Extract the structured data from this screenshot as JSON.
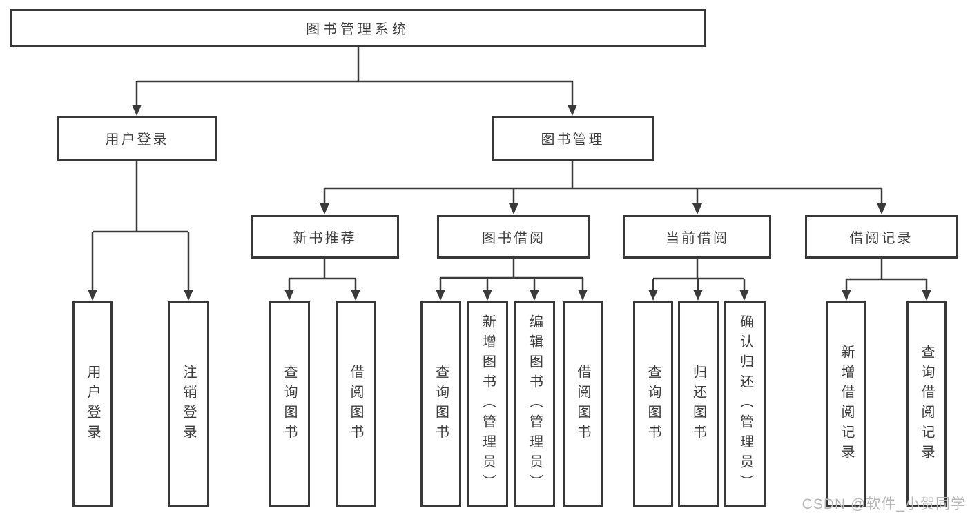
{
  "title": "图书管理系统",
  "tree": {
    "root": {
      "label": "图书管理系统"
    },
    "level2": [
      {
        "label": "用户登录"
      },
      {
        "label": "图书管理"
      }
    ],
    "level3": [
      {
        "label": "新书推荐",
        "parent": "图书管理"
      },
      {
        "label": "图书借阅",
        "parent": "图书管理"
      },
      {
        "label": "当前借阅",
        "parent": "图书管理"
      },
      {
        "label": "借阅记录",
        "parent": "图书管理"
      }
    ],
    "leaves": [
      {
        "label": "用户登录",
        "parent": "用户登录"
      },
      {
        "label": "注销登录",
        "parent": "用户登录"
      },
      {
        "label": "查询图书",
        "parent": "新书推荐"
      },
      {
        "label": "借阅图书",
        "parent": "新书推荐"
      },
      {
        "label": "查询图书",
        "parent": "图书借阅"
      },
      {
        "label": "新增图书（管理员）",
        "parent": "图书借阅"
      },
      {
        "label": "编辑图书（管理员）",
        "parent": "图书借阅"
      },
      {
        "label": "借阅图书",
        "parent": "图书借阅"
      },
      {
        "label": "查询图书",
        "parent": "当前借阅"
      },
      {
        "label": "归还图书",
        "parent": "当前借阅"
      },
      {
        "label": "确认归还（管理员）",
        "parent": "当前借阅"
      },
      {
        "label": "新增借阅记录",
        "parent": "借阅记录"
      },
      {
        "label": "查询借阅记录",
        "parent": "借阅记录"
      }
    ]
  },
  "watermark": {
    "text": "CSDN @软件_小贺同学"
  },
  "colors": {
    "line": "#3a3a3a",
    "border": "#383838",
    "text": "#3d3d3d",
    "background": "#ffffff",
    "watermark": "#b7b7b7"
  }
}
